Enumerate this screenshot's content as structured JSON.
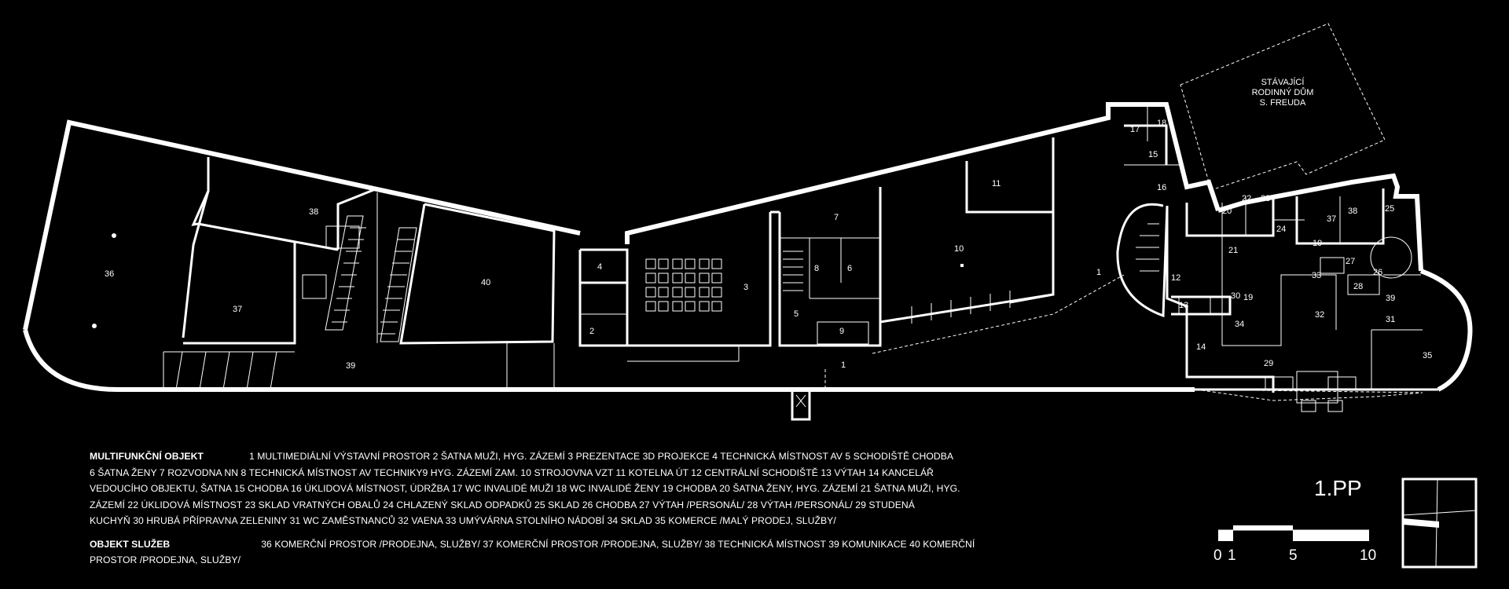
{
  "sheet": {
    "label": "1.PP"
  },
  "scale_bar": {
    "ticks": [
      "0",
      "1",
      "5",
      "10"
    ]
  },
  "existing_building": {
    "lines": [
      "STÁVAJÍCÍ",
      "RODINNÝ DŮM",
      "S. FREUDA"
    ]
  },
  "rooms": {
    "r1a": "1",
    "r1b": "1",
    "r2": "2",
    "r3": "3",
    "r4": "4",
    "r5": "5",
    "r6": "6",
    "r7": "7",
    "r8": "8",
    "r9": "9",
    "r10": "10",
    "r11": "11",
    "r12": "12",
    "r13": "13",
    "r14": "14",
    "r15": "15",
    "r16": "16",
    "r17": "17",
    "r18": "18",
    "r19a": "19",
    "r19b": "19",
    "r20": "20",
    "r21": "21",
    "r22": "22",
    "r23": "23",
    "r24": "24",
    "r25": "25",
    "r26": "26",
    "r27": "27",
    "r28": "28",
    "r29": "29",
    "r30": "30",
    "r31": "31",
    "r32": "32",
    "r33": "33",
    "r34": "34",
    "r35": "35",
    "r36": "36",
    "r37": "37",
    "r38": "38",
    "r38b": "38",
    "r37b": "37",
    "r39": "39",
    "r39b": "39",
    "r40": "40"
  },
  "legend": {
    "multi_heading": "MULTIFUNKČNÍ OBJEKT",
    "multi_line1": "1 MULTIMEDIÁLNÍ VÝSTAVNÍ PROSTOR  2 ŠATNA MUŽI, HYG. ZÁZEMÍ  3 PREZENTACE 3D PROJEKCE  4 TECHNICKÁ MÍSTNOST AV  5 SCHODIŠTĚ CHODBA",
    "multi_line2": "6 ŠATNA ŽENY  7 ROZVODNA NN  8 TECHNICKÁ MÍSTNOST AV TECHNIKY9 HYG. ZÁZEMÍ ZAM.  10 STROJOVNA VZT  11 KOTELNA ÚT  12 CENTRÁLNÍ SCHODIŠTĚ  13 VÝTAH  14 KANCELÁŘ",
    "multi_line3": "VEDOUCÍHO OBJEKTU, ŠATNA  15 CHODBA  16 ÚKLIDOVÁ MÍSTNOST, ÚDRŽBA  17 WC INVALIDÉ MUŽI  18 WC INVALIDÉ ŽENY  19 CHODBA  20 ŠATNA ŽENY, HYG. ZÁZEMÍ  21 ŠATNA MUŽI, HYG.",
    "multi_line4": "ZÁZEMÍ  22 ÚKLIDOVÁ MÍSTNOST  23 SKLAD VRATNÝCH OBALŮ  24 CHLAZENÝ SKLAD ODPADKŮ  25 SKLAD  26 CHODBA  27 VÝTAH /PERSONÁL/  28 VÝTAH /PERSONÁL/ 29 STUDENÁ",
    "multi_line5": "KUCHYŇ  30 HRUBÁ PŘÍPRAVNA ZELENINY  31 WC ZAMĚSTNANCŮ  32 VAENA  33 UMÝVÁRNA STOLNÍHO NÁDOBÍ  34 SKLAD  35 KOMERCE /MALÝ PRODEJ, SLUŽBY/",
    "serv_heading": "OBJEKT SLUŽEB",
    "serv_line1": "36  KOMERČNÍ PROSTOR /PRODEJNA, SLUŽBY/  37  KOMERČNÍ PROSTOR /PRODEJNA, SLUŽBY/  38  TECHNICKÁ MÍSTNOST  39  KOMUNIKACE  40  KOMERČNÍ",
    "serv_line2": "PROSTOR /PRODEJNA, SLUŽBY/"
  }
}
